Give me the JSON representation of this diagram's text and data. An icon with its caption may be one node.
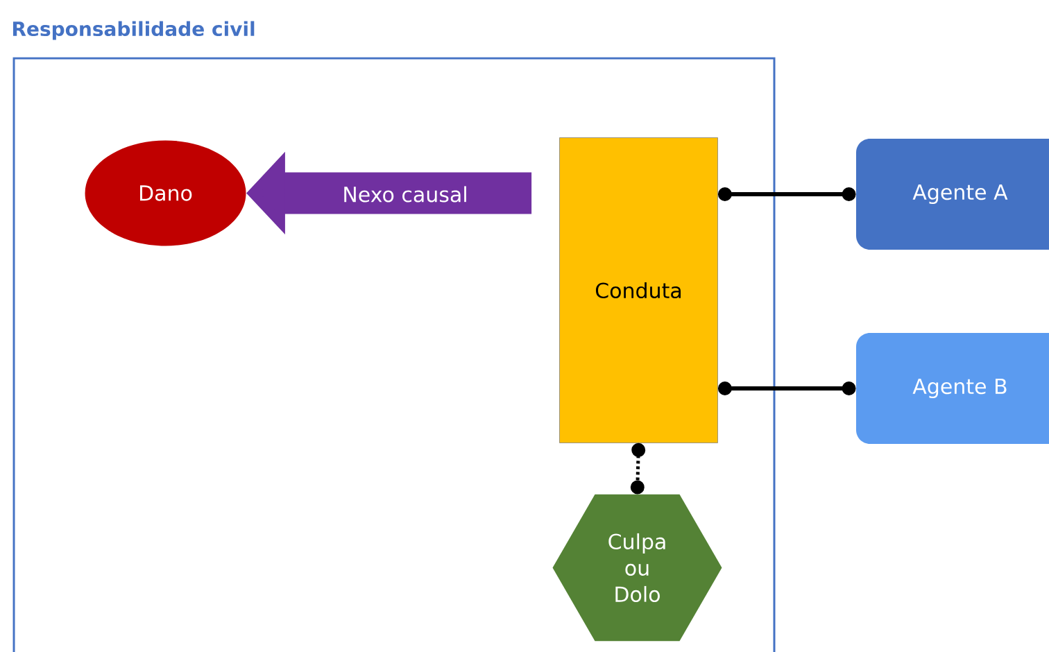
{
  "diagram": {
    "nodes": [
      {
        "text": [
          "Responsabilidade civil"
        ]
      },
      {
        "text": [
          "Dano"
        ],
        "in": 0
      },
      {
        "text": [
          "Conduta"
        ],
        "in": 0
      },
      {
        "text": [
          "Agente A"
        ]
      },
      {
        "text": [
          "Agente B"
        ]
      },
      {
        "text": [
          "Culpa ou Dolo"
        ],
        "in": 0
      }
    ],
    "edges": [
      {
        "from": 2,
        "to": 1,
        "arrow": "to",
        "label": "Nexo causal",
        "style": "thick",
        "color": "#7030a0"
      },
      {
        "from": 2,
        "to": 3,
        "arrow": "other"
      },
      {
        "from": 2,
        "to": 4,
        "arrow": "other"
      },
      {
        "from": 2,
        "to": 5,
        "arrow": "other",
        "style": "dashed"
      }
    ]
  }
}
